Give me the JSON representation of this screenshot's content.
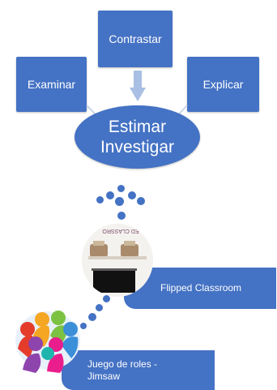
{
  "boxes": {
    "contrastar": "Contrastar",
    "examinar": "Examinar",
    "explicar": "Explicar"
  },
  "center": {
    "line1": "Estimar",
    "line2": "Investigar"
  },
  "tags": {
    "flipped": "Flipped Classroom",
    "juego_line1": "Juego de roles -",
    "juego_line2": "Jimsaw"
  },
  "photo": {
    "caption": "ED CLASSRO"
  },
  "colors": {
    "primary": "#4472c4",
    "arrow": "#a9bfe3"
  }
}
